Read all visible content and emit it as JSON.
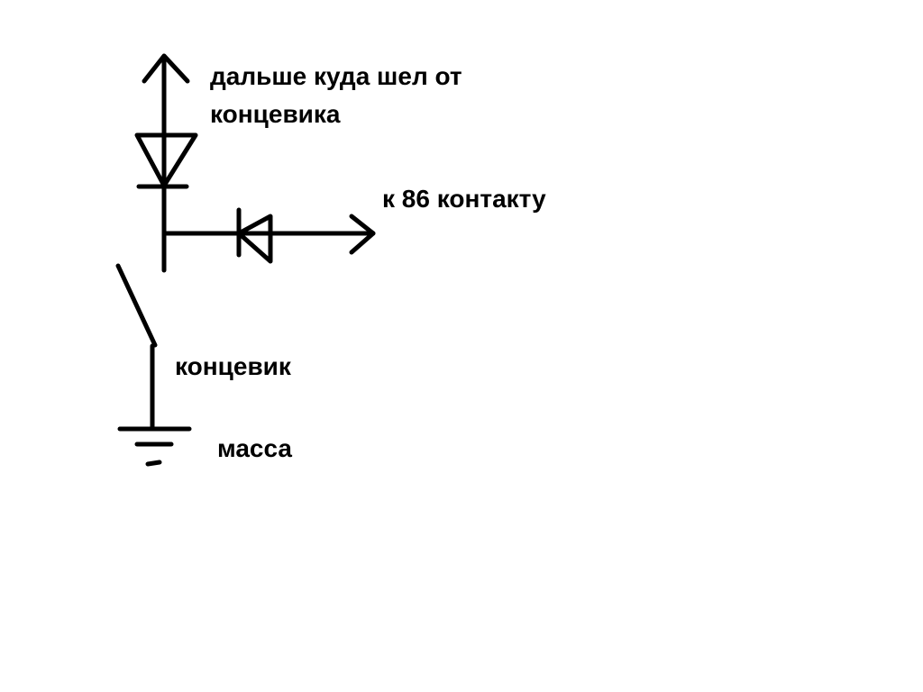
{
  "labels": {
    "top_line1": "дальше куда шел от",
    "top_line2": "концевика",
    "contact": "к 86 контакту",
    "switch": "концевик",
    "ground": "масса"
  },
  "colors": {
    "background": "#ffffff",
    "ink": "#000000"
  }
}
